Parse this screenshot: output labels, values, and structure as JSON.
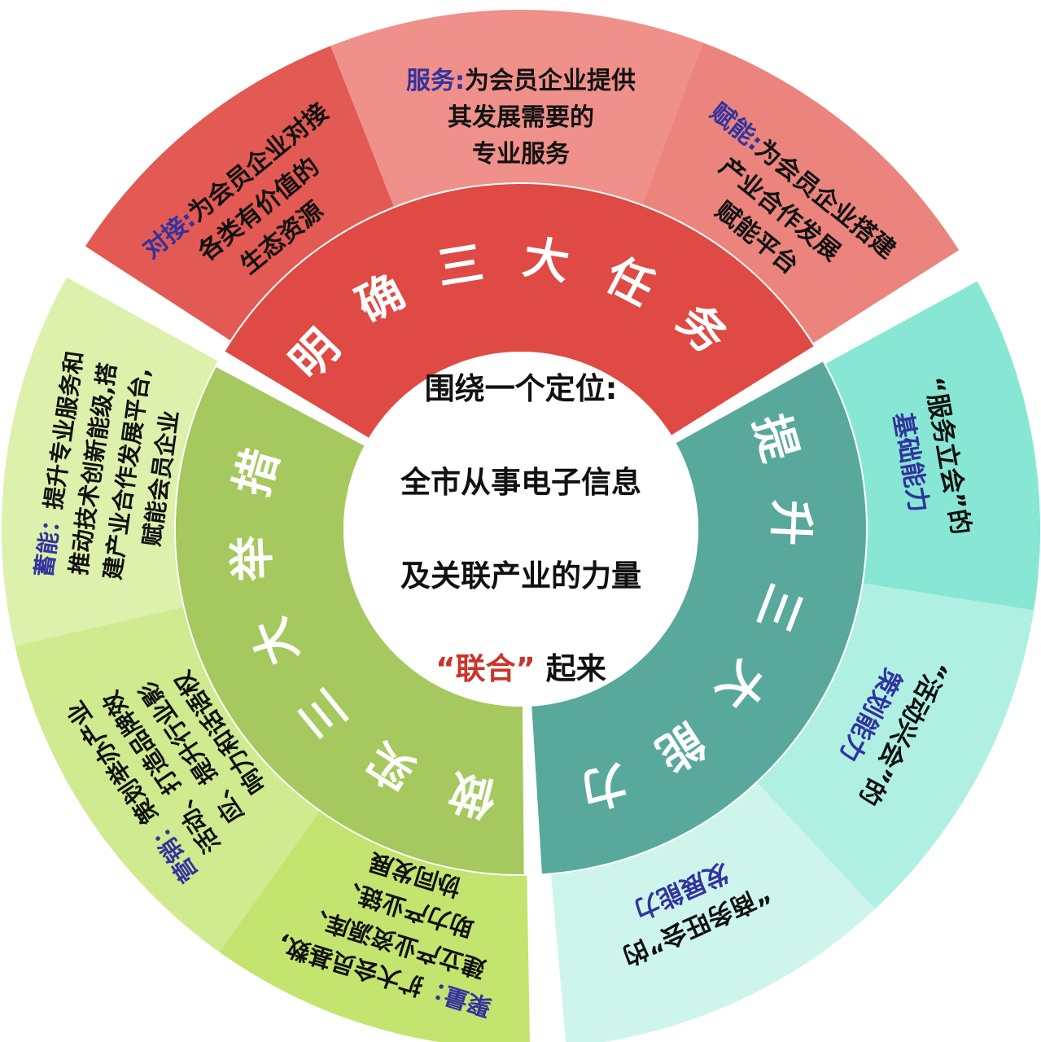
{
  "colors": {
    "background": "#FFFFFF",
    "inner_red": "#E04A44",
    "inner_teal": "#58A99B",
    "inner_green": "#A5C95E",
    "outer_connect": "#E25A53",
    "outer_service": "#EF908B",
    "outer_empower": "#EC847E",
    "outer_basic": "#87E7D4",
    "outer_planning": "#AFF0E3",
    "outer_development": "#CDF5EC",
    "outer_gather": "#C3E46F",
    "outer_marketing": "#CFEA8F",
    "outer_energize": "#DDF0AC",
    "blue_label": "#32339E",
    "highlight_red": "#CB332B",
    "text_black": "#111111",
    "arc_label_white": "#FFFFFF"
  },
  "center": {
    "line1": "围绕一个定位:",
    "line2": "全市从事电子信息",
    "line3": "及关联产业的力量",
    "highlight": "“联合”",
    "tail": " 起来"
  },
  "inner_ring": {
    "top_label": "明确三大任务",
    "right_label": "提升三大能力",
    "left_label": "做实三大举措"
  },
  "outer_ring": {
    "connect": {
      "label": "对接:",
      "text": "为会员企业对接\n各类有价值的\n生态资源"
    },
    "service": {
      "label": "服务:",
      "text": "为会员企业提供\n其发展需要的\n专业服务"
    },
    "empower": {
      "label": "赋能:",
      "text": "为会员企业搭建\n产业合作发展\n赋能平台"
    },
    "basic": {
      "text": "“服务立会”的\n",
      "label": "基础能力"
    },
    "planning": {
      "text": "“活动兴会”的\n",
      "label": "策划能力"
    },
    "development": {
      "text": "“商务旺会”的\n",
      "label": "发展能力"
    },
    "gather": {
      "label": "聚量：",
      "text": "扩大会员基数,\n建立产业资源库、\n助力产业链、\n协同发展"
    },
    "marketing": {
      "label": "营销：",
      "text": "策划举办产业\n活动、打造品牌效\n应、提升行业影\n响力和话语权"
    },
    "energize": {
      "label": "蓄能：",
      "text": "提升专业服务和\n推动技术创新能级,搭\n建产业合作发展平台,\n赋能会员企业"
    }
  }
}
